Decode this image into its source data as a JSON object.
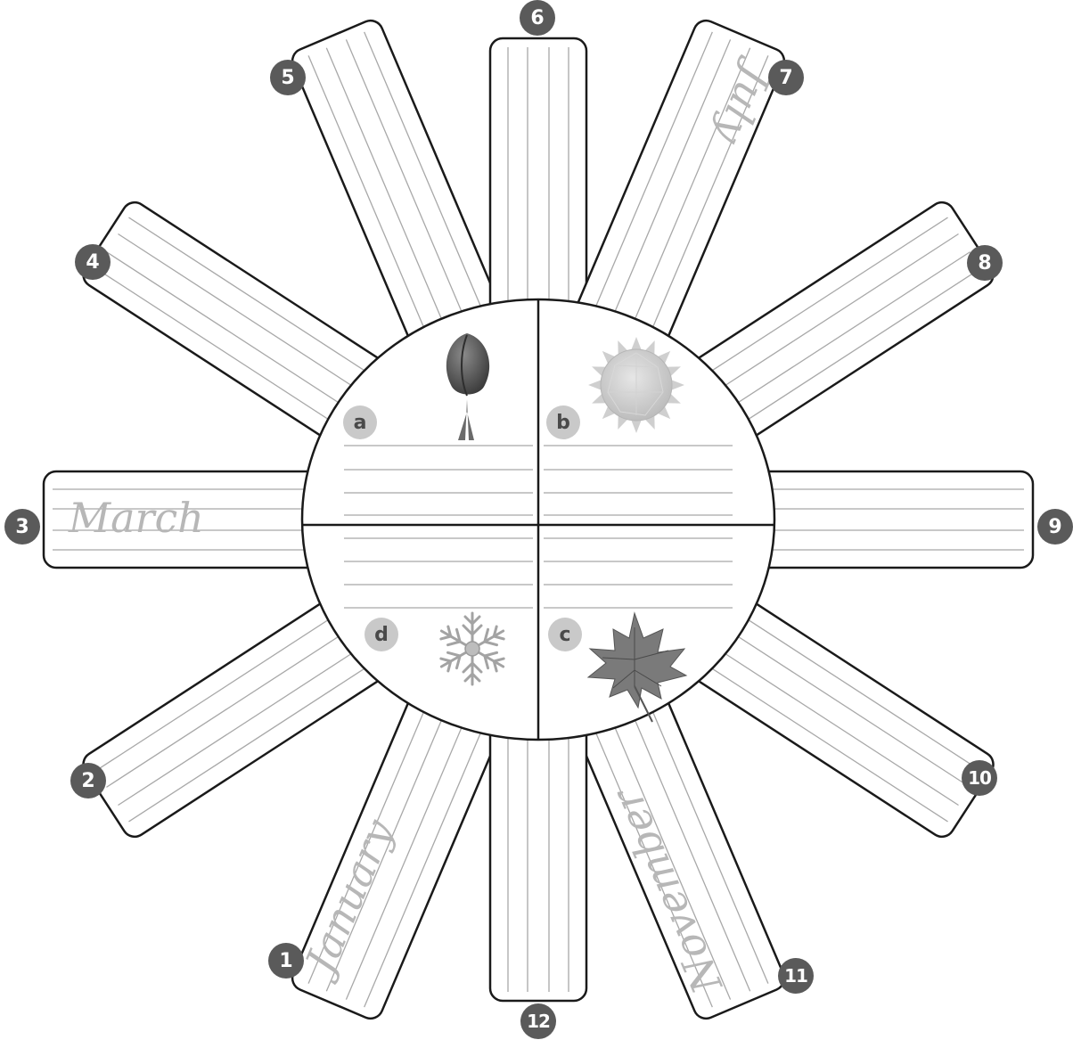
{
  "months": [
    {
      "number": "1",
      "word": "January"
    },
    {
      "number": "2",
      "word": ""
    },
    {
      "number": "3",
      "word": "March"
    },
    {
      "number": "4",
      "word": ""
    },
    {
      "number": "5",
      "word": ""
    },
    {
      "number": "6",
      "word": ""
    },
    {
      "number": "7",
      "word": "July"
    },
    {
      "number": "8",
      "word": ""
    },
    {
      "number": "9",
      "word": ""
    },
    {
      "number": "10",
      "word": ""
    },
    {
      "number": "11",
      "word": "November"
    },
    {
      "number": "12",
      "word": ""
    }
  ],
  "quadrants": [
    {
      "letter": "a",
      "picture": "tulip-icon"
    },
    {
      "letter": "b",
      "picture": "sun-icon"
    },
    {
      "letter": "c",
      "picture": "maple-leaf-icon"
    },
    {
      "letter": "d",
      "picture": "snowflake-icon"
    }
  ],
  "colors": {
    "outline": "#1a1a1a",
    "ruling": "#a8a8a8",
    "badge": "#5a5a5a",
    "letter_badge": "#c9c9c9",
    "cursive": "#b7b7b7"
  }
}
